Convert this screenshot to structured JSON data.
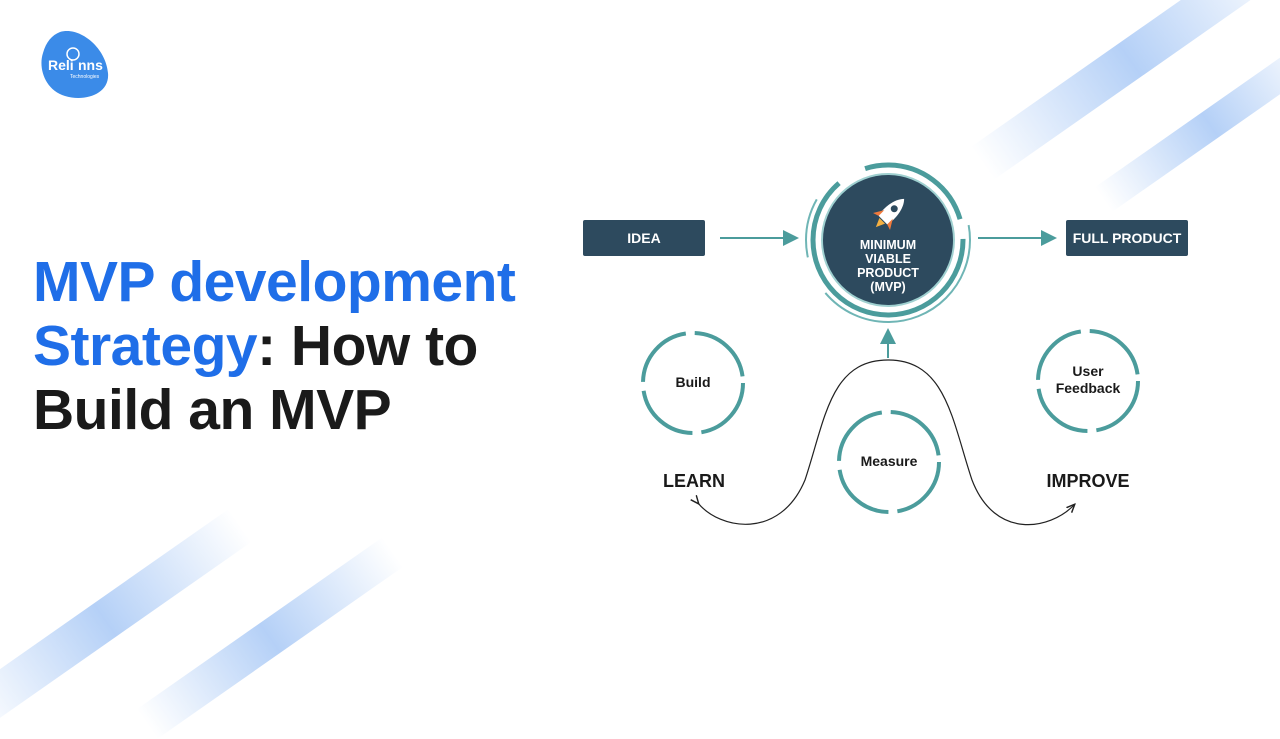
{
  "logo": {
    "brand": "Relinns",
    "tagline": "Technologies"
  },
  "title": {
    "highlight_line1": "MVP development",
    "highlight_line2": "Strategy",
    "rest_line2": ": How to",
    "line3": "Build an MVP"
  },
  "diagram": {
    "idea": "IDEA",
    "mvp": [
      "MINIMUM",
      "VIABLE",
      "PRODUCT",
      "(MVP)"
    ],
    "full_product": "FULL PRODUCT",
    "cycles": {
      "build": "Build",
      "measure": "Measure",
      "user_feedback": [
        "User",
        "Feedback"
      ]
    },
    "learn": "LEARN",
    "improve": "IMPROVE",
    "icon": "rocket-icon"
  },
  "colors": {
    "title_blue": "#1f6ee8",
    "box": "#2d4a5e",
    "teal": "#4b9c9c",
    "rocket": "#f07a3c"
  }
}
